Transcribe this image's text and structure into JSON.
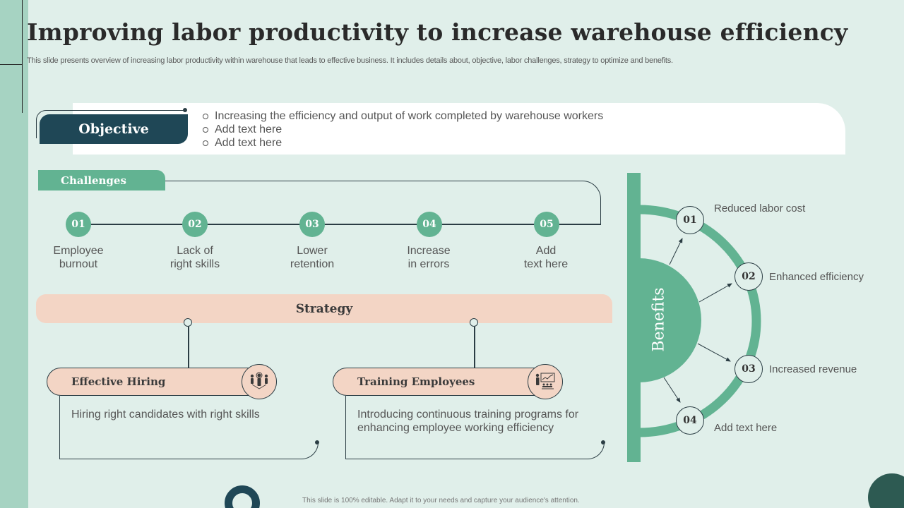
{
  "header": {
    "title": "Improving labor productivity to increase warehouse efficiency",
    "subtitle": "This slide presents overview of increasing labor productivity within warehouse that leads to effective  business. It includes details about, objective, labor challenges, strategy to optimize and benefits."
  },
  "objective": {
    "label": "Objective",
    "items": [
      "Increasing the efficiency and output of work completed by warehouse workers",
      "Add text here",
      "Add text here"
    ]
  },
  "challenges": {
    "label": "Challenges",
    "items": [
      {
        "num": "01",
        "line1": "Employee",
        "line2": "burnout"
      },
      {
        "num": "02",
        "line1": "Lack of",
        "line2": "right skills"
      },
      {
        "num": "03",
        "line1": "Lower",
        "line2": "retention"
      },
      {
        "num": "04",
        "line1": "Increase",
        "line2": "in errors"
      },
      {
        "num": "05",
        "line1": "Add",
        "line2": "text here"
      }
    ]
  },
  "strategy": {
    "label": "Strategy",
    "items": [
      {
        "title": "Effective Hiring",
        "icon": "recruitment-network-icon",
        "text": "Hiring right candidates with right skills"
      },
      {
        "title": "Training Employees",
        "icon": "presentation-training-icon",
        "text_line1": "Introducing  continuous  training programs for",
        "text_line2": "enhancing  employee working  efficiency"
      }
    ]
  },
  "benefits": {
    "label": "Benefits",
    "items": [
      {
        "num": "01",
        "text": "Reduced labor cost"
      },
      {
        "num": "02",
        "text": "Enhanced efficiency"
      },
      {
        "num": "03",
        "text": "Increased revenue"
      },
      {
        "num": "04",
        "text": "Add text here"
      }
    ]
  },
  "footer": {
    "note": "This slide is 100% editable.  Adapt it to your needs and capture your audience's attention."
  },
  "colors": {
    "background": "#e0efea",
    "accent_green": "#62b392",
    "dark_teal": "#1f4756",
    "peach": "#f3d5c5",
    "left_strip": "#a6d3c2"
  }
}
